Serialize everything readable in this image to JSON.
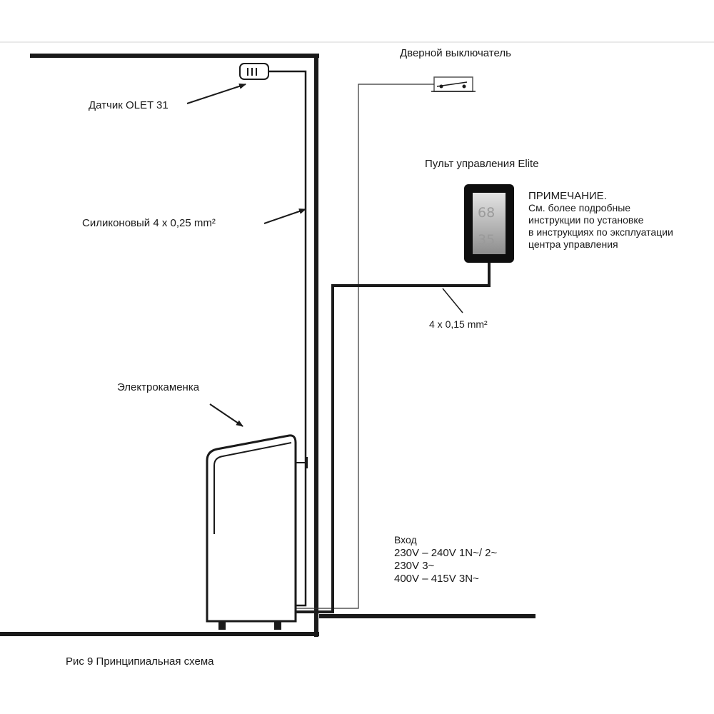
{
  "labels": {
    "door_switch": "Дверной выключатель",
    "sensor": "Датчик OLET 31",
    "control_panel": "Пульт управления Elite",
    "silicone_cable": "Силиконовый 4 x 0,25 mm²",
    "panel_cable": "4 x 0,15 mm²",
    "heater": "Электрокаменка",
    "caption": "Рис 9  Принципиальная схема"
  },
  "note": {
    "title": "ПРИМЕЧАНИЕ.",
    "lines": [
      "См. более подробные",
      "инструкции по установке",
      "в инструкциях по эксплуатации",
      "центра управления"
    ]
  },
  "power_input": {
    "title": "Вход",
    "lines": [
      "230V – 240V 1N~/ 2~",
      "230V 3~",
      "400V – 415V 3N~"
    ]
  },
  "panel_display": {
    "temp_top": "68",
    "temp_bottom": "35"
  }
}
